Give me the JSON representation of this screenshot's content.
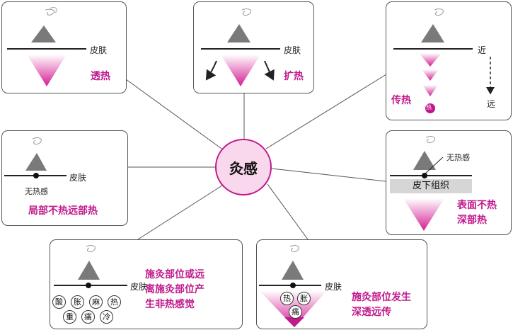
{
  "center": "灸感",
  "panels": {
    "tl": {
      "skin": "皮肤",
      "caption": "透热"
    },
    "tc": {
      "skin": "皮肤",
      "caption": "扩热"
    },
    "tr": {
      "near": "近",
      "far": "远",
      "caption": "传热",
      "dot_text": "热"
    },
    "ml": {
      "skin": "皮肤",
      "note": "无热感",
      "caption": "局部不热远部热"
    },
    "mr": {
      "note": "无热感",
      "tissue": "皮下组织",
      "caption": "表面不热\n深部热"
    },
    "bl": {
      "skin": "皮肤",
      "sensations": [
        "酸",
        "胀",
        "麻",
        "热",
        "重",
        "痛",
        "冷"
      ],
      "caption": "施灸部位或远\n离施灸部位产\n生非热感觉"
    },
    "bc": {
      "skin": "皮肤",
      "sensations": [
        "热",
        "胀",
        "痛"
      ],
      "caption": "施灸部位发生\n深透远传"
    }
  },
  "colors": {
    "accent": "#c0198c",
    "cone": "#7a7a7a",
    "line": "#222222"
  }
}
